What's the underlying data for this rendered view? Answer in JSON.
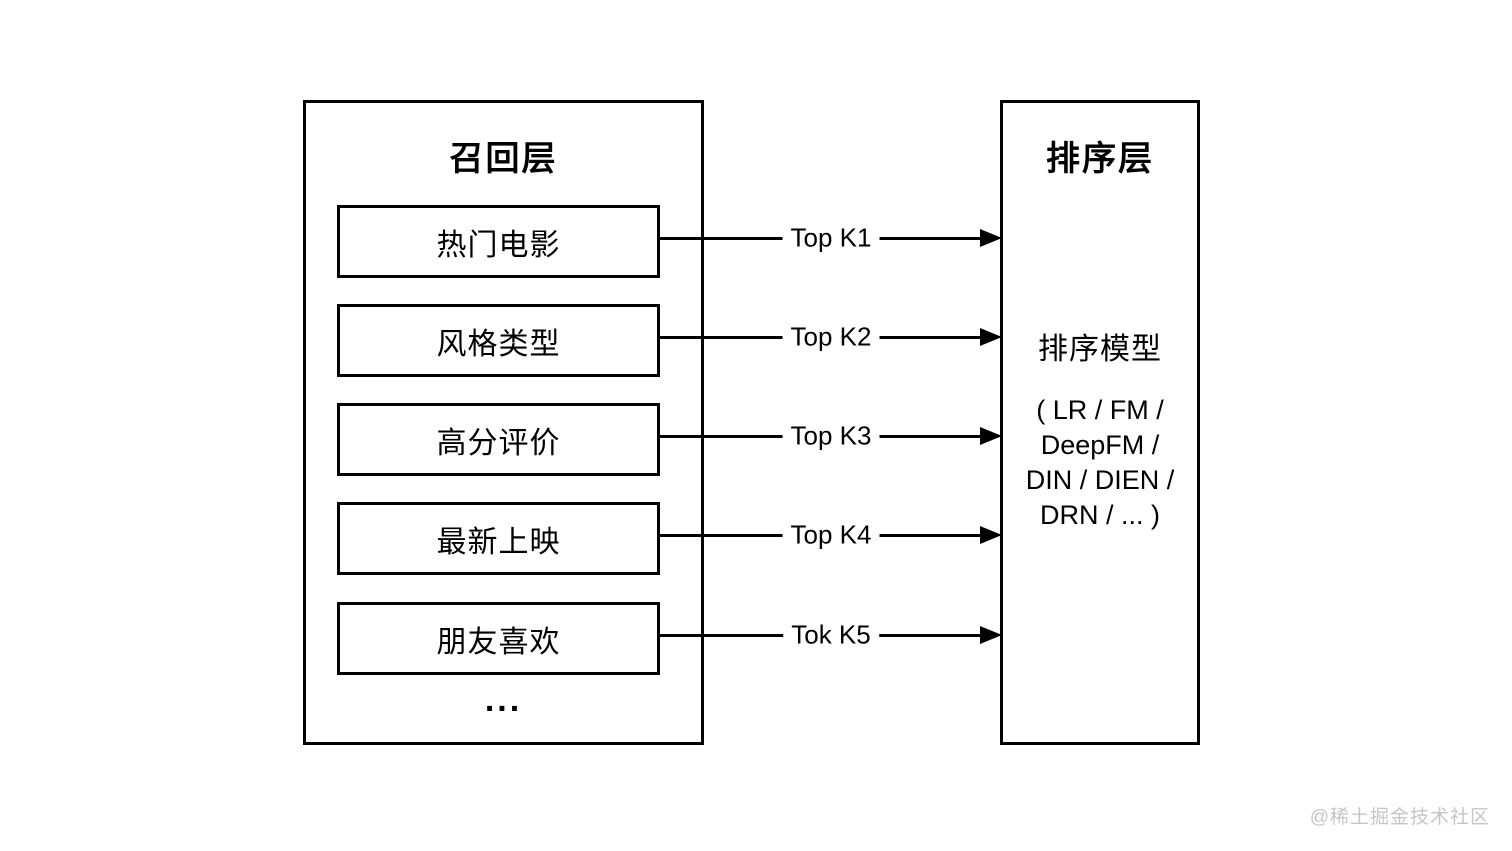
{
  "diagram": {
    "recall": {
      "title": "召回层",
      "items": [
        "热门电影",
        "风格类型",
        "高分评价",
        "最新上映",
        "朋友喜欢"
      ],
      "more": "..."
    },
    "arrows": [
      "Top K1",
      "Top K2",
      "Top K3",
      "Top K4",
      "Tok K5"
    ],
    "ranking": {
      "title": "排序层",
      "model_title": "排序模型",
      "model_lines": [
        "( LR / FM /",
        "DeepFM /",
        "DIN / DIEN /",
        "DRN / ... )"
      ]
    },
    "colors": {
      "stroke": "#000000",
      "background": "#ffffff",
      "watermark": "#c6c6c6"
    }
  },
  "watermark": "@稀土掘金技术社区"
}
